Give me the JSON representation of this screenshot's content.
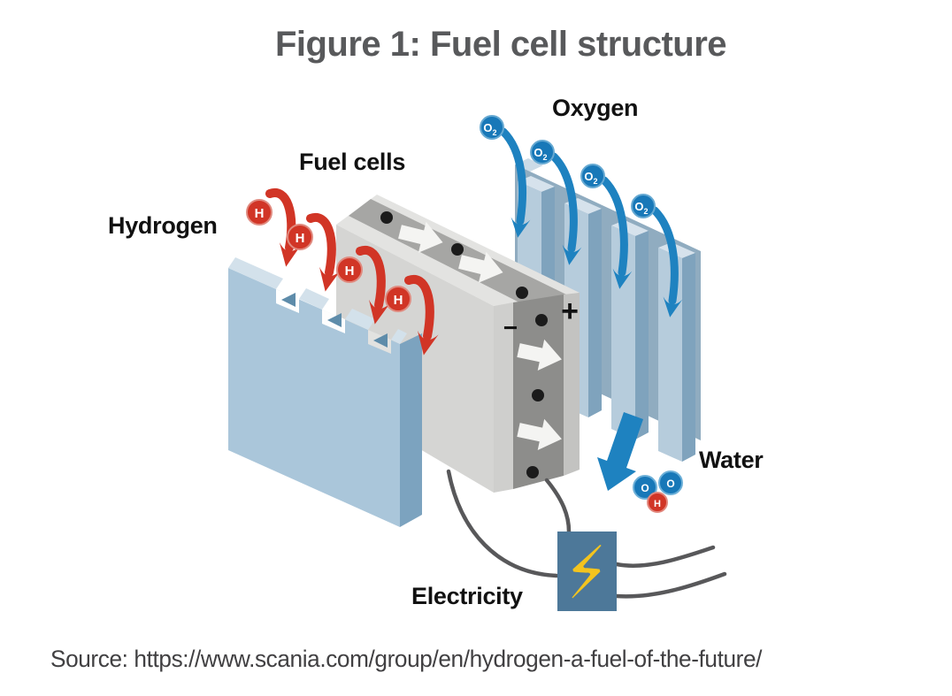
{
  "figure": {
    "title": "Figure 1: Fuel cell structure",
    "source": "Source: https://www.scania.com/group/en/hydrogen-a-fuel-of-the-future/"
  },
  "labels": {
    "fuel_cells": "Fuel cells",
    "hydrogen": "Hydrogen",
    "oxygen": "Oxygen",
    "water": "Water",
    "electricity": "Electricity"
  },
  "symbols": {
    "hydrogen": "H",
    "oxygen": "O",
    "oxygen_subscript": "2",
    "plus": "+",
    "minus": "−"
  },
  "icons": {
    "lightning": "⚡"
  },
  "colors": {
    "title_gray": "#58595b",
    "label_black": "#111111",
    "hydrogen_red": "#d13526",
    "oxygen_blue": "#1e82c0",
    "molecule_blue": "#1878b8",
    "plate_blue": "#aac6da",
    "plate_blue_dark": "#7ca3bf",
    "cell_gray": "#d5d5d3",
    "cell_stripe_gray": "#8d8d8b",
    "electricity_box": "#4d7899",
    "lightning_yellow": "#f3c41e",
    "wire_gray": "#58585a"
  }
}
